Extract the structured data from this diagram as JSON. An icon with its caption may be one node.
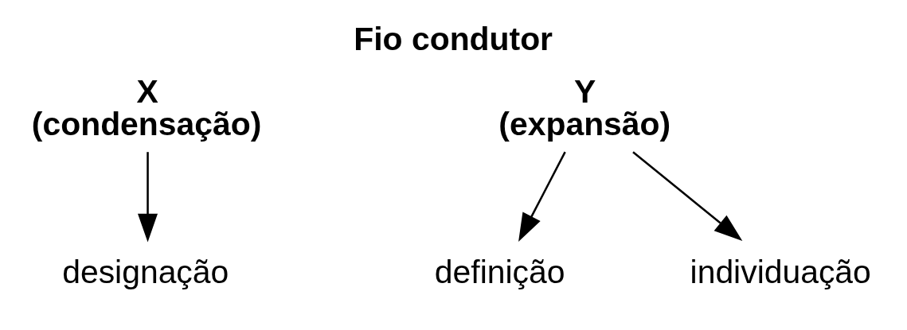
{
  "diagram": {
    "title": "Fio condutor",
    "nodes": [
      {
        "text": [
          "X",
          "(condensação)"
        ]
      },
      {
        "text": [
          "Y",
          "(expansão)"
        ]
      },
      {
        "text": [
          "designação"
        ]
      },
      {
        "text": [
          "definição"
        ]
      },
      {
        "text": [
          "individuação"
        ]
      }
    ],
    "edges": [
      {
        "from": 0,
        "to": 2,
        "arrow": "to"
      },
      {
        "from": 1,
        "to": 3,
        "arrow": "to"
      },
      {
        "from": 1,
        "to": 4,
        "arrow": "to"
      }
    ]
  }
}
